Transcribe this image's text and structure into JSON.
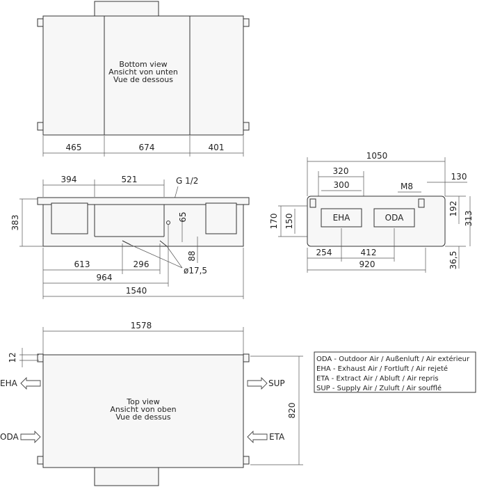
{
  "bottom_view": {
    "label_lines": [
      "Bottom view",
      "Ansicht von unten",
      "Vue de dessous"
    ],
    "dims": [
      "465",
      "674",
      "401"
    ]
  },
  "side_view": {
    "dims_top": [
      "394",
      "521"
    ],
    "thread": "G 1/2",
    "dim_height": "383",
    "dim_65": "65",
    "dim_88": "88",
    "dims_bottom": [
      "613",
      "296"
    ],
    "diameter": "ø17,5",
    "dim_964": "964",
    "dim_1540": "1540"
  },
  "end_view": {
    "dim_1050": "1050",
    "dim_320": "320",
    "dim_300": "300",
    "thread_m8": "M8",
    "dim_130": "130",
    "dim_170": "170",
    "dim_150": "150",
    "dim_192": "192",
    "dim_313": "313",
    "port_eha": "EHA",
    "port_oda": "ODA",
    "dim_254": "254",
    "dim_412": "412",
    "dim_920": "920",
    "dim_36_5": "36,5"
  },
  "top_view": {
    "label_lines": [
      "Top view",
      "Ansicht von oben",
      "Vue de dessus"
    ],
    "dim_1578": "1578",
    "dim_12": "12",
    "dim_820": "820",
    "ports": {
      "eha": "EHA",
      "oda": "ODA",
      "sup": "SUP",
      "eta": "ETA"
    }
  },
  "legend": [
    "ODA - Outdoor Air / Außenluft / Air extérieur",
    "EHA - Exhaust Air / Fortluft / Air rejeté",
    "ETA - Extract Air / Abluft / Air repris",
    "SUP - Supply Air / Zuluft / Air soufflé"
  ]
}
